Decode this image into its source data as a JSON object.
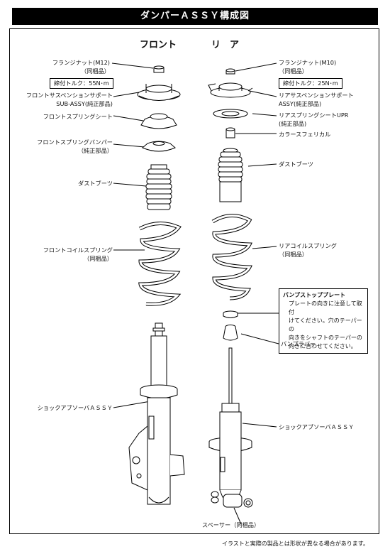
{
  "title": "ダンパーＡＳＳＹ構成図",
  "columns": {
    "front": "フロント",
    "rear": "リ　ア"
  },
  "front_labels": {
    "flange_nut": "フランジナット(M12)",
    "flange_nut_note": "（同梱品）",
    "torque": "締付トルク：55N･m",
    "support": "フロントサスペンションサポート",
    "support_note": "SUB-ASSY(純正部品)",
    "spring_seat": "フロントスプリングシート",
    "bumper": "フロントスプリングバンパー",
    "bumper_note": "（純正部品）",
    "dust_boot": "ダストブーツ",
    "coil_spring": "フロントコイルスプリング",
    "coil_spring_note": "（同梱品）",
    "shock": "ショックアブソーバＡＳＳＹ"
  },
  "rear_labels": {
    "flange_nut": "フランジナット(M10)",
    "flange_nut_note": "（同梱品）",
    "torque": "締付トルク：25N･m",
    "support": "リアサスペンションサポート",
    "support_note": "ASSY(純正部品)",
    "spring_seat": "リアスプリングシートUPR",
    "spring_seat_note": "(純正部品)",
    "collar": "カラースフェリカル",
    "dust_boot": "ダストブーツ",
    "coil_spring": "リアコイルスプリング",
    "coil_spring_note": "（同梱品）",
    "bump_rubber": "バンプラバー",
    "shock": "ショックアブソーバＡＳＳＹ",
    "spacer": "スペーサー（同梱品）"
  },
  "note": {
    "title": "バンプストッププレート",
    "lines": [
      "プレートの向きに注意して取付",
      "けてください。穴のテーパーの",
      "向きをシャフトのテーパーの",
      "向きに合わせてください。"
    ]
  },
  "footer": "イラストと実際の製品とは形状が異なる場合があります。"
}
